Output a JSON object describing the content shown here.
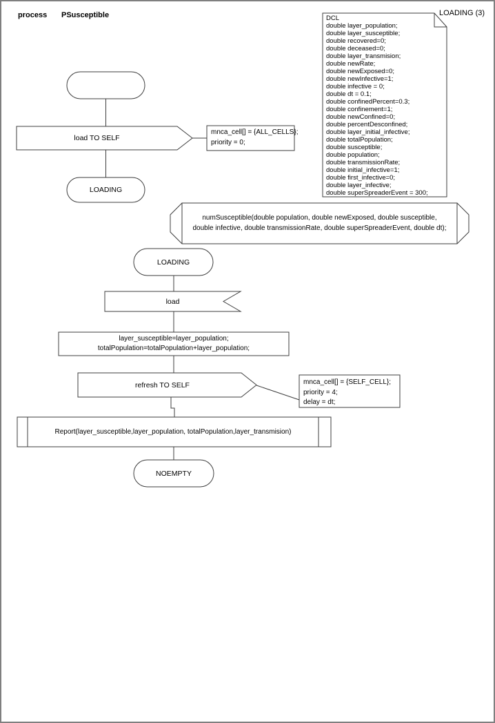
{
  "page": {
    "process_label": "process",
    "process_name": "PSusceptible",
    "page_label": "LOADING (3)"
  },
  "declarations": {
    "lines": [
      "DCL",
      "double layer_population;",
      "double layer_susceptible;",
      "double recovered=0;",
      "double deceased=0;",
      "double layer_transmision;",
      "double newRate;",
      "double newExposed=0;",
      "double newInfective=1;",
      "double infective = 0;",
      "double dt = 0.1;",
      "double confinedPercent=0.3;",
      "double confinement=1;",
      "double newConfined=0;",
      "double percentDesconfined;",
      "double layer_initial_infective;",
      "double totalPopulation;",
      "double susceptible;",
      "double population;",
      "double transmissionRate;",
      "double initial_infective=1;",
      "double first_infective=0;",
      "double layer_infective;",
      "double superSpreaderEvent = 300;"
    ]
  },
  "symbols": {
    "output_load": {
      "label": "load TO SELF"
    },
    "comment_load": {
      "lines": [
        "mnca_cell[] = {ALL_CELLS};",
        "priority = 0;"
      ]
    },
    "state_loading_1": {
      "label": "LOADING"
    },
    "procedure_declaration": {
      "lines": [
        "numSusceptible(double population, double newExposed, double susceptible,",
        "double infective, double transmissionRate, double superSpreaderEvent, double dt);"
      ]
    },
    "state_loading_2": {
      "label": "LOADING"
    },
    "input_load": {
      "label": "load"
    },
    "task_assign": {
      "lines": [
        "layer_susceptible=layer_population;",
        "totalPopulation=totalPopulation+layer_population;"
      ]
    },
    "output_refresh": {
      "label": "refresh TO SELF"
    },
    "comment_refresh": {
      "lines": [
        "mnca_cell[] = {SELF_CELL};",
        "priority = 4;",
        "delay = dt;"
      ]
    },
    "procedure_call": {
      "label": "Report(layer_susceptible,layer_population, totalPopulation,layer_transmision)"
    },
    "state_noempty": {
      "label": "NOEMPTY"
    }
  },
  "colors": {
    "stroke": "#3d3d3d",
    "page_border": "#7f7f7f",
    "background": "#ffffff",
    "text": "#000000"
  }
}
